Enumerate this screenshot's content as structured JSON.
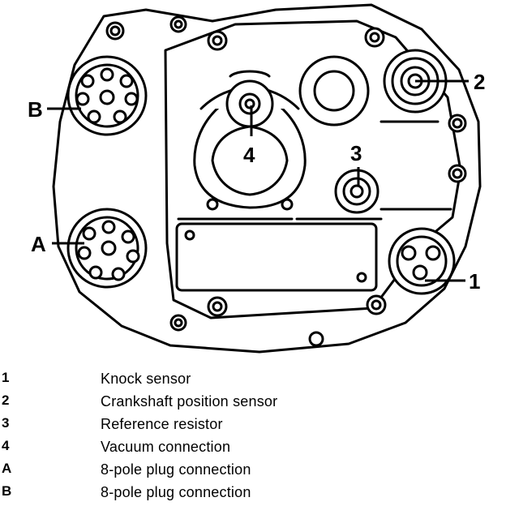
{
  "callouts": {
    "c1": "1",
    "c2": "2",
    "c3": "3",
    "c4": "4",
    "cA": "A",
    "cB": "B"
  },
  "legend": [
    {
      "key": "1",
      "text": "Knock sensor"
    },
    {
      "key": "2",
      "text": "Crankshaft position sensor"
    },
    {
      "key": "3",
      "text": "Reference resistor"
    },
    {
      "key": "4",
      "text": "Vacuum connection"
    },
    {
      "key": "A",
      "text": "8-pole plug connection"
    },
    {
      "key": "B",
      "text": "8-pole plug connection"
    }
  ],
  "colors": {
    "ink": "#000000",
    "paper": "#ffffff"
  }
}
